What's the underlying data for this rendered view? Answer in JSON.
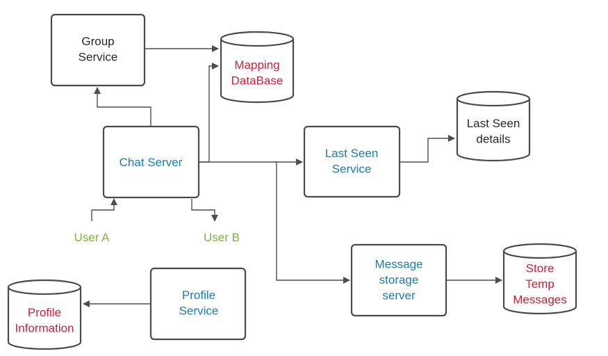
{
  "colors": {
    "dark": "#262626",
    "blue": "#1a7bb0",
    "red": "#c8233a",
    "green": "#7cb342",
    "stroke": "#4a4a4a"
  },
  "nodes": {
    "group_service": {
      "lines": [
        "Group",
        "Service"
      ]
    },
    "chat_server": {
      "lines": [
        "Chat Server"
      ]
    },
    "mapping_db": {
      "lines": [
        "Mapping",
        "DataBase"
      ]
    },
    "last_seen_service": {
      "lines": [
        "Last Seen",
        "Service"
      ]
    },
    "last_seen_db": {
      "lines": [
        "Last Seen",
        "details"
      ]
    },
    "message_storage_server": {
      "lines": [
        "Message",
        "storage",
        "server"
      ]
    },
    "temp_messages_db": {
      "lines": [
        "Store",
        "Temp",
        "Messages"
      ]
    },
    "profile_service": {
      "lines": [
        "Profile",
        "Service"
      ]
    },
    "profile_db": {
      "lines": [
        "Profile",
        "Information"
      ]
    },
    "user_a": {
      "lines": [
        "User A"
      ]
    },
    "user_b": {
      "lines": [
        "User B"
      ]
    }
  }
}
